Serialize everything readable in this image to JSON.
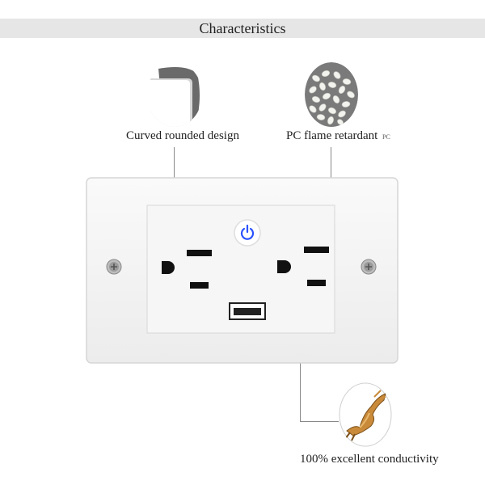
{
  "header": {
    "title": "Characteristics"
  },
  "features": {
    "curved": {
      "label": "Curved rounded design"
    },
    "pc": {
      "label": "PC flame retardant",
      "small_label": "PC"
    },
    "conductivity": {
      "label": "100% excellent conductivity"
    }
  },
  "colors": {
    "header_bar": "#e6e6e6",
    "plate": "#f4f4f4",
    "power_button_accent": "#2a52ff",
    "copper": "#c98a3a"
  },
  "icons": [
    "power-button-icon",
    "usb-port-icon",
    "screw-icon"
  ]
}
